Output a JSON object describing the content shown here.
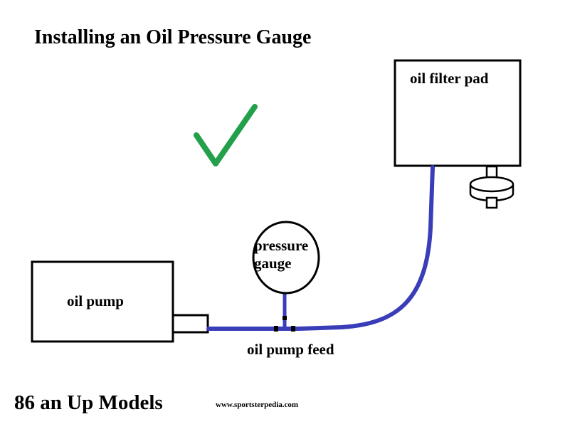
{
  "title": "Installing an Oil Pressure Gauge",
  "footer": {
    "models": "86 an Up Models",
    "website": "www.sportsterpedia.com"
  },
  "components": {
    "oil_pump": "oil pump",
    "pressure_gauge_line1": "pressure",
    "pressure_gauge_line2": "gauge",
    "oil_filter_pad": "oil filter pad",
    "feed_line": "oil pump feed"
  },
  "colors": {
    "hose": "#3a3db8",
    "checkmark": "#22a04a",
    "outline": "#000000"
  },
  "icons": {
    "approval": "checkmark-icon"
  }
}
